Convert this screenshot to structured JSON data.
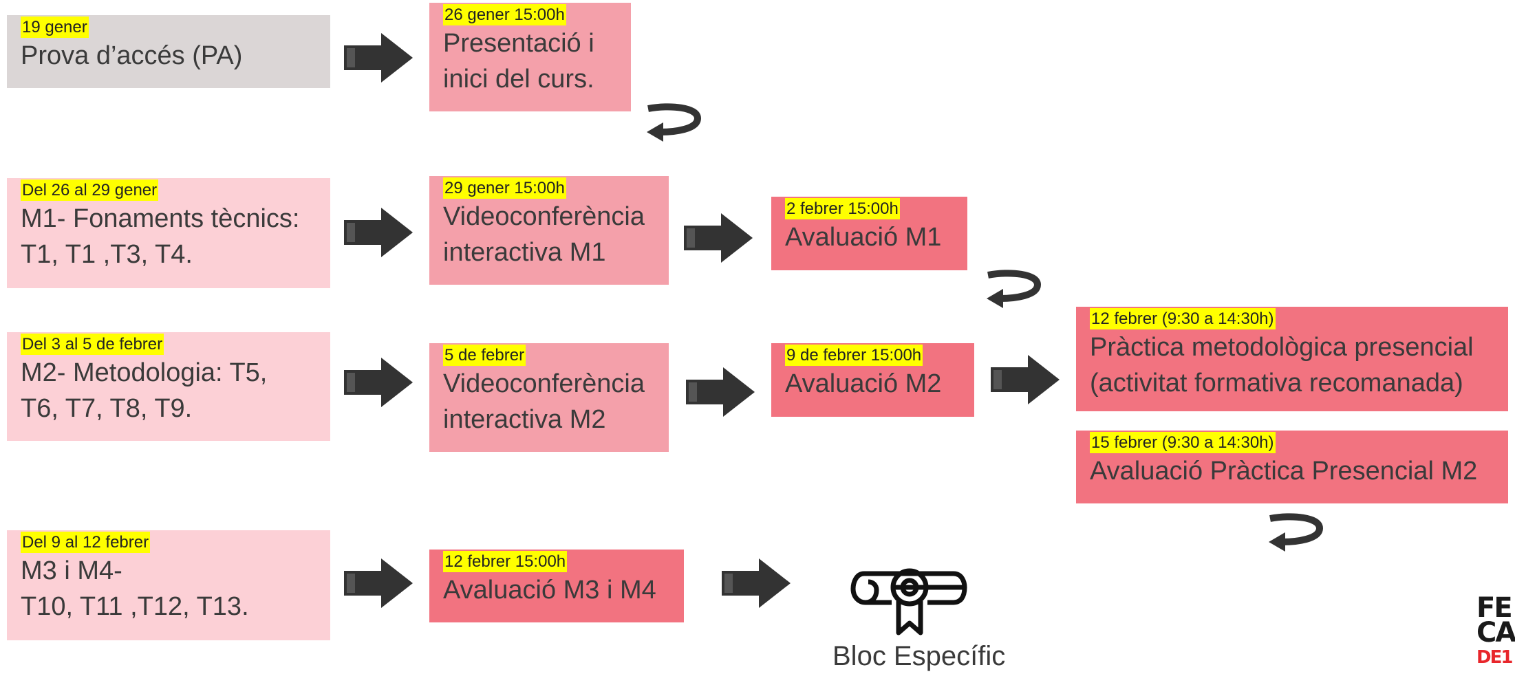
{
  "boxes": {
    "pa": {
      "date": "19 gener",
      "title": "Prova d’accés (PA)"
    },
    "pres": {
      "date": "26 gener  15:00h",
      "title": "Presentació i\ninici del curs."
    },
    "m1": {
      "date": "Del 26 al 29 gener",
      "title": "M1- Fonaments tècnics:\nT1, T1 ,T3, T4."
    },
    "vc1": {
      "date": "29 gener  15:00h",
      "title": "Videoconferència\ninteractiva M1"
    },
    "av1": {
      "date": "2 febrer  15:00h",
      "title": "Avaluació M1"
    },
    "m2": {
      "date": "Del 3 al 5 de febrer",
      "title": "M2- Metodologia: T5,\nT6, T7, T8, T9."
    },
    "vc2": {
      "date": "5 de febrer",
      "title": "Videoconferència\ninteractiva M2"
    },
    "av2": {
      "date": "9 de febrer  15:00h",
      "title": "Avaluació M2"
    },
    "prac": {
      "date": "12 febrer  (9:30 a 14:30h)",
      "title": "Pràctica metodològica presencial\n(activitat formativa recomanada)"
    },
    "avprac": {
      "date": "15 febrer  (9:30 a 14:30h)",
      "title": "Avaluació Pràctica Presencial M2"
    },
    "m34": {
      "date": "Del 9 al 12 febrer",
      "title": "M3 i M4-\nT10, T11 ,T12, T13."
    },
    "av34": {
      "date": "12 febrer  15:00h",
      "title": "Avaluació M3 i M4"
    }
  },
  "final": {
    "label": "Bloc Específic",
    "icon": "diploma-certificate-icon"
  },
  "logo": {
    "text": [
      "FE",
      "CA",
      "DE1"
    ],
    "colors": {
      "main": "#1a1a1a",
      "accent": "#e8262b"
    }
  },
  "colors": {
    "grey": "#dbd6d6",
    "light": "#fcd0d6",
    "mid": "#f4a0aa",
    "dark": "#f27380",
    "highlight": "#ffff00",
    "arrow": "#333333"
  }
}
